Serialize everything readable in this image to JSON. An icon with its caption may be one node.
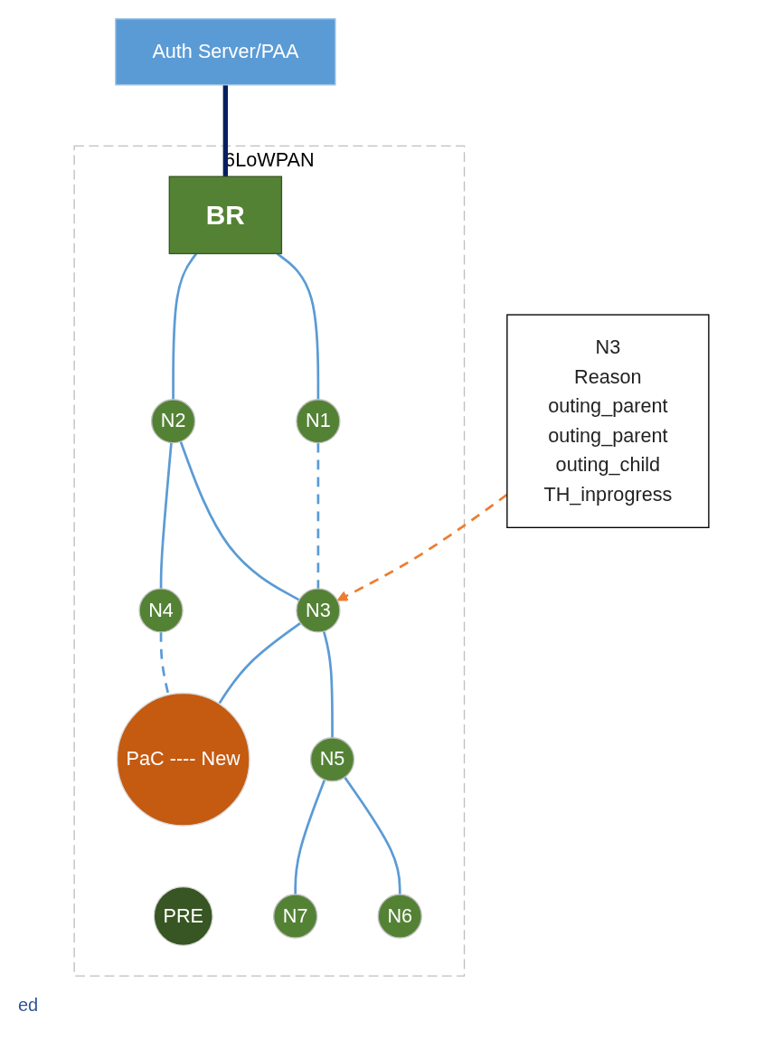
{
  "diagram": {
    "nodes": [
      {
        "text": [
          "Auth Server/PAA"
        ]
      },
      {
        "text": [
          "6LoWPAN"
        ]
      },
      {
        "text": [
          "BR"
        ],
        "in": 1
      },
      {
        "text": [
          "N1"
        ],
        "in": 1
      },
      {
        "text": [
          "N2"
        ],
        "in": 1
      },
      {
        "text": [
          "N3"
        ],
        "in": 1
      },
      {
        "text": [
          "PRE"
        ],
        "in": 1
      },
      {
        "text": [
          "N4"
        ],
        "in": 1
      },
      {
        "text": [
          "N5"
        ],
        "in": 1
      },
      {
        "text": [
          "PaC ---- New"
        ],
        "in": 1
      },
      {
        "text": [
          "N6"
        ],
        "in": 1
      },
      {
        "text": [
          "N7"
        ],
        "in": 1
      },
      {
        "text": [
          "N3",
          "Reason",
          "outing_parent",
          "outing_parent",
          "outing_child",
          "TH_inprogress"
        ]
      }
    ],
    "edges": [
      {
        "from": 0,
        "to": 2,
        "arrow": "none",
        "style": "thick",
        "color": "#002060"
      },
      {
        "from": 2,
        "to": 3,
        "arrow": "none"
      },
      {
        "from": 2,
        "to": 4,
        "arrow": "none"
      },
      {
        "from": 3,
        "to": 5,
        "arrow": "none",
        "style": "dashed"
      },
      {
        "from": 4,
        "to": 5,
        "arrow": "none"
      },
      {
        "from": 4,
        "to": 7,
        "arrow": "none"
      },
      {
        "from": 5,
        "to": 8,
        "arrow": "none"
      },
      {
        "from": 5,
        "to": 9,
        "arrow": "none"
      },
      {
        "from": 7,
        "to": 9,
        "arrow": "none",
        "style": "dashed"
      },
      {
        "from": 8,
        "to": 10,
        "arrow": "none"
      },
      {
        "from": 8,
        "to": 11,
        "arrow": "none"
      },
      {
        "from": 12,
        "to": 5,
        "arrow": "to",
        "style": "dashed",
        "color": "#ed7d31"
      }
    ],
    "labels": [
      "ed"
    ]
  }
}
